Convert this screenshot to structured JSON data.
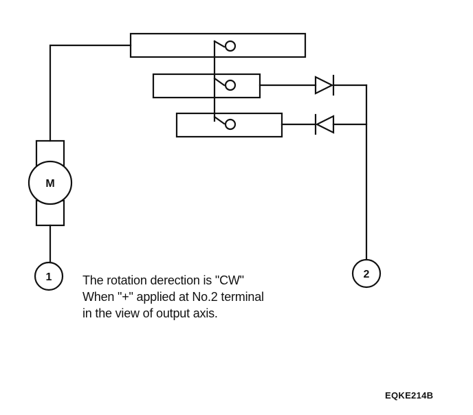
{
  "motor": {
    "label": "M"
  },
  "terminals": [
    {
      "label": "1"
    },
    {
      "label": "2"
    }
  ],
  "note": {
    "lines": [
      "The rotation derection is \"CW\"",
      "When \"+\" applied at No.2 terminal",
      "in the view of output axis."
    ]
  },
  "drawing_code": "EQKE214B",
  "colors": {
    "line": "#111111",
    "background": "#ffffff"
  }
}
